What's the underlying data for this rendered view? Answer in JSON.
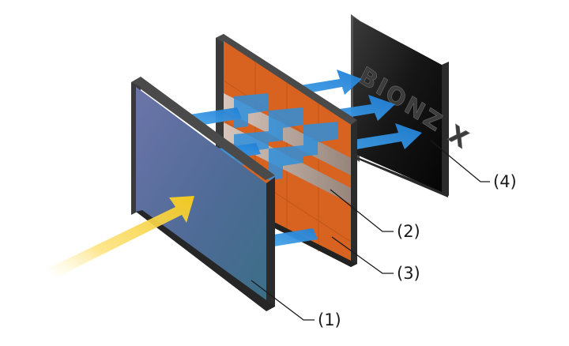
{
  "diagram": {
    "callouts": [
      {
        "id": "1",
        "label": "(1)"
      },
      {
        "id": "2",
        "label": "(2)"
      },
      {
        "id": "3",
        "label": "(3)"
      },
      {
        "id": "4",
        "label": "(4)"
      }
    ],
    "processor_logo": "BIONZ X",
    "colors": {
      "incoming_light": "#f2c81f",
      "signal_arrows": "#2f8fdc",
      "sensor_face": "#4d6a98",
      "circuit_layer": "#d8621f",
      "processor_chip": "#111111",
      "panel_frame": "#3a3a3a"
    }
  }
}
